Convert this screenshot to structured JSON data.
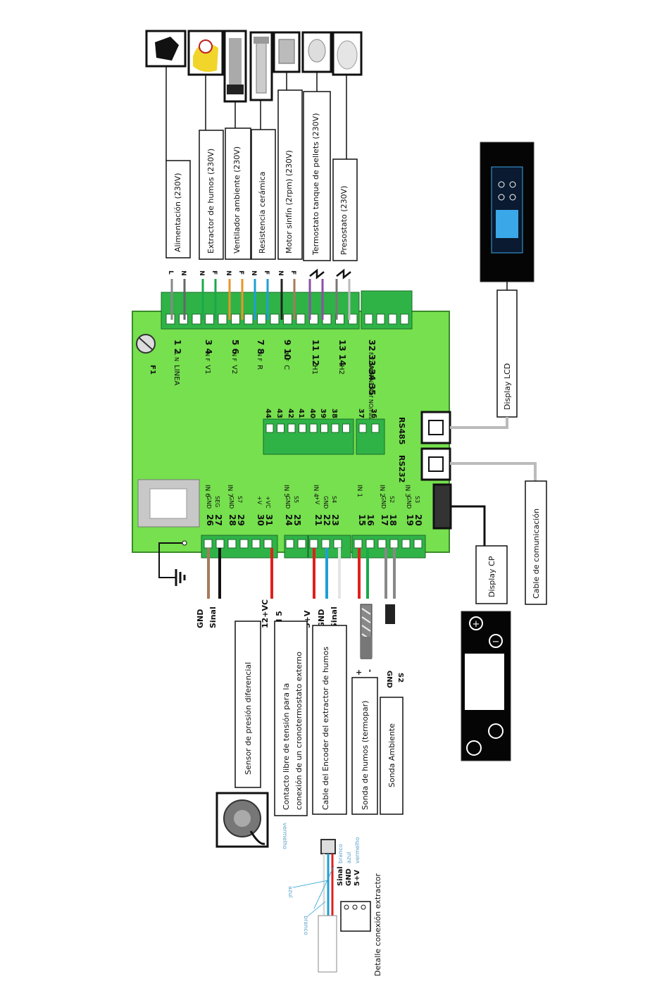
{
  "loads": [
    {
      "label": "Alimentación (230V)",
      "terminals": [
        "L",
        "N"
      ]
    },
    {
      "label": "Extractor de humos (230V)",
      "terminals": [
        "N",
        "F"
      ]
    },
    {
      "label": "Ventilador ambiente (230V)",
      "terminals": [
        "N",
        "F"
      ]
    },
    {
      "label": "Resistencia cerámica",
      "terminals": [
        "N",
        "F"
      ]
    },
    {
      "label": "Motor sinfín (2rpm) (230V)",
      "terminals": [
        "N",
        "F"
      ]
    },
    {
      "label": "Termostato tanque de pellets (230V)",
      "terminals": []
    },
    {
      "label": "Presostato (230V)",
      "terminals": []
    }
  ],
  "board": {
    "fuse": "F1",
    "groups_top": [
      {
        "name": "LINEA",
        "pins": "1 2",
        "sub": "L N"
      },
      {
        "name": "V1",
        "pins": "3 4",
        "sub": "N F"
      },
      {
        "name": "V2",
        "pins": "5 6",
        "sub": "N F"
      },
      {
        "name": "R",
        "pins": "7 8",
        "sub": "N F"
      },
      {
        "name": "C",
        "pins": "9 10",
        "sub": "N F"
      },
      {
        "name": "H1",
        "pins": "11 12",
        "sub": ""
      },
      {
        "name": "H2",
        "pins": "13 14",
        "sub": ""
      },
      {
        "name": "AUX 1",
        "pins": "32 33 34 35",
        "sub": "F COM/N NC/Ref NO/Fas"
      }
    ],
    "mid_pins": [
      "44",
      "43",
      "42",
      "41",
      "40",
      "39",
      "38",
      "37",
      "36"
    ],
    "rs485": "RS485",
    "rs232": "RS232",
    "groups_bottom": [
      {
        "name": "IN 6",
        "pins": [
          "26",
          "27"
        ],
        "sub": [
          "GND",
          "SEG"
        ]
      },
      {
        "name": "IN 7",
        "pins": [
          "28",
          "29"
        ],
        "sub": [
          "GND",
          "S7"
        ]
      },
      {
        "name": "",
        "pins": [
          "30",
          "31"
        ],
        "sub": [
          "+V",
          "+VC"
        ]
      },
      {
        "name": "IN 5",
        "pins": [
          "24",
          "25"
        ],
        "sub": [
          "GND",
          "S5"
        ]
      },
      {
        "name": "IN 4",
        "pins": [
          "21",
          "22",
          "23"
        ],
        "sub": [
          "+V",
          "GND",
          "S4"
        ]
      },
      {
        "name": "IN 1",
        "pins": [
          "15",
          "16"
        ],
        "sub": [
          "",
          ""
        ]
      },
      {
        "name": "IN 2",
        "pins": [
          "17",
          "18"
        ],
        "sub": [
          "GND",
          "S2"
        ]
      },
      {
        "name": "IN 3",
        "pins": [
          "19",
          "20"
        ],
        "sub": [
          "GND",
          "S3"
        ]
      }
    ]
  },
  "wires_bottom": [
    "GND",
    "Sinal",
    "12+VC",
    "IN 5",
    "5+V",
    "GND",
    "Sinal"
  ],
  "probe_signs": [
    "+",
    "-"
  ],
  "probe_s2": [
    "GND",
    "S2"
  ],
  "labels_bottom": {
    "sensor": "Sensor de presión diferencial",
    "contacto_line1": "Contacto libre de tensión para la",
    "contacto_line2": "conexión de un cronotermostato externo",
    "encoder": "Cable del Encoder del extractor de humos",
    "sonda_humos": "Sonda de humos (termopar)",
    "sonda_ambiente": "Sonda Ambiente"
  },
  "displays": {
    "lcd_label": "Display LCD",
    "cp_label": "Display CP",
    "comm_label": "Cable de comunicación"
  },
  "connector_detail": {
    "title": "Detalle conexión extractor",
    "pins": [
      "Sinal",
      "GND",
      "5+V"
    ],
    "pin_colors": [
      "branco",
      "azul",
      "vermelho"
    ],
    "wire_notes": [
      "vermelho",
      "azul",
      "branco"
    ]
  },
  "colors": {
    "board": "#76e04e",
    "board_edge": "#3a8a2a",
    "terminal": "#2fb347",
    "wire_brown": "#a67a5b",
    "wire_red": "#e0201c",
    "wire_blue": "#1e9fd6",
    "wire_green": "#1aa84a",
    "wire_orange": "#e8962a",
    "wire_purple": "#8e4fa6",
    "lcd_screen": "#3aa7e8"
  }
}
